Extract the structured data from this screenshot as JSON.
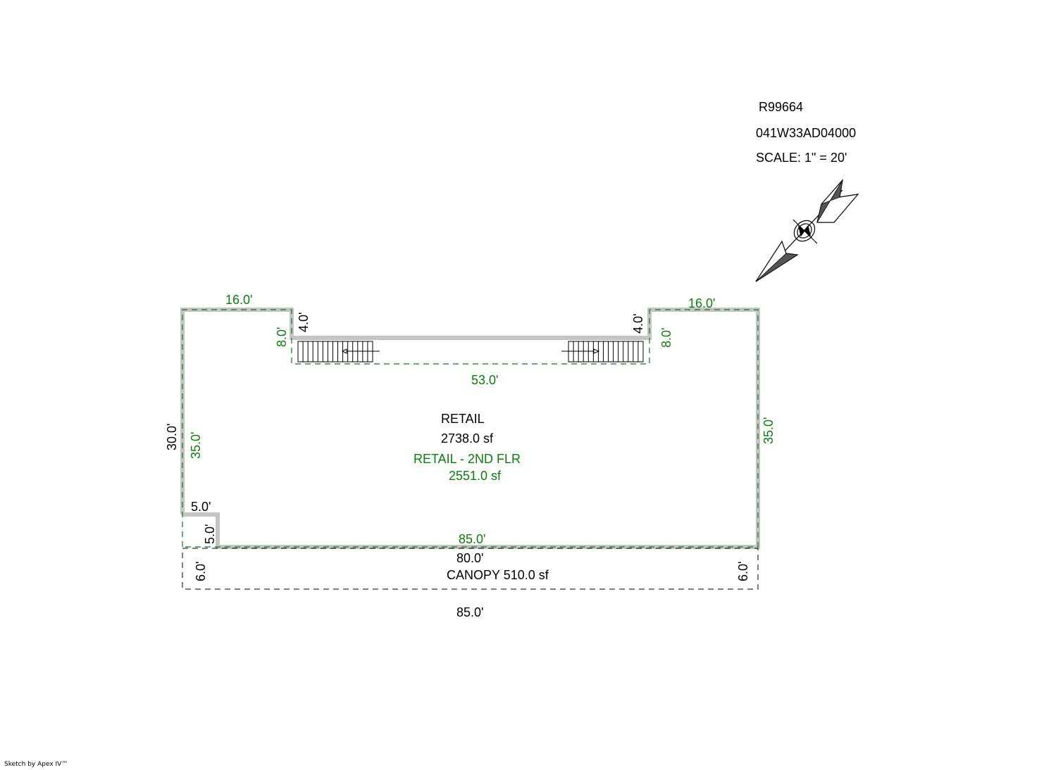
{
  "header": {
    "parcel_id": "R99664",
    "map_tax_lot": "041W33AD04000",
    "scale": "SCALE: 1\" = 20'"
  },
  "north_arrow": {
    "icon": "north-arrow-icon"
  },
  "areas": {
    "retail": {
      "name": "RETAIL",
      "area": "2738.0 sf"
    },
    "retail_2nd": {
      "name": "RETAIL - 2ND FLR",
      "area": "2551.0 sf"
    },
    "canopy": {
      "label": "CANOPY 510.0 sf"
    }
  },
  "dimensions": {
    "top_left_width": "16.0'",
    "top_right_width": "16.0'",
    "left_notch_height": "4.0'",
    "right_notch_height": "4.0'",
    "left_notch_2nd": "8.0'",
    "right_notch_2nd": "8.0'",
    "recess_width_2nd": "53.0'",
    "left_height": "30.0'",
    "left_height_2nd": "35.0'",
    "right_height_2nd": "35.0'",
    "corner_width": "5.0'",
    "corner_height": "5.0'",
    "bottom_width_2nd": "85.0'",
    "bottom_width": "80.0'",
    "canopy_left": "6.0'",
    "canopy_right": "6.0'",
    "canopy_width": "85.0'"
  },
  "colors": {
    "wall": "#c4c4c4",
    "second_floor": "#0a7d0a",
    "canopy_line": "#000000"
  },
  "footer": {
    "credit": "Sketch by Apex IV™"
  }
}
